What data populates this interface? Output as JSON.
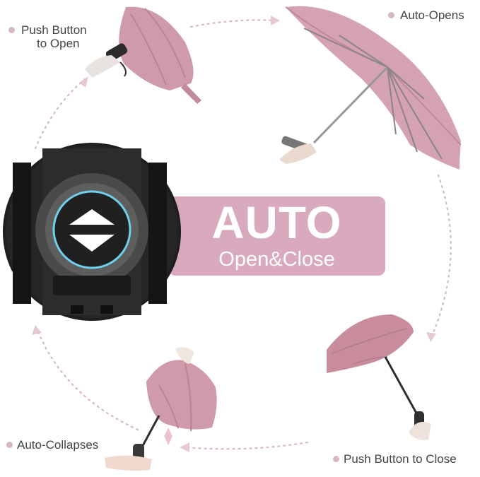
{
  "labels": {
    "push_to_open": [
      "Push Button",
      "to Open"
    ],
    "auto_opens": "Auto-Opens",
    "push_to_close": "Push Button to Close",
    "auto_collapses": "Auto-Collapses"
  },
  "center": {
    "title": "AUTO",
    "subtitle": "Open&Close"
  },
  "colors": {
    "accent_pink": "#d9a9bd",
    "umbrella_fabric": "#cf9aaa",
    "umbrella_shade": "#b98493",
    "text": "#444444",
    "dots": "#d7b7c3",
    "button_ring": "#6fd0ee"
  },
  "icons": [
    "push-button-icon",
    "umbrella-icon",
    "hand-icon",
    "arrow-icon"
  ]
}
